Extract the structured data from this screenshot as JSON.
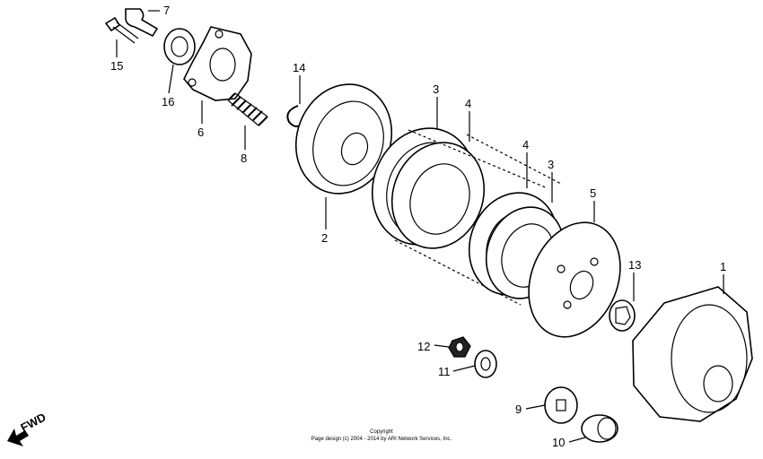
{
  "labels": {
    "p1": "1",
    "p2": "2",
    "p3a": "3",
    "p3b": "3",
    "p4a": "4",
    "p4b": "4",
    "p5": "5",
    "p6": "6",
    "p7": "7",
    "p8": "8",
    "p9": "9",
    "p10": "10",
    "p11": "11",
    "p12": "12",
    "p13": "13",
    "p14": "14",
    "p15": "15",
    "p16": "16"
  },
  "direction": "FWD",
  "copyright": {
    "line1": "Copyright",
    "line2": "Page design (c) 2004 - 2014 by ARI Network Services, Inc."
  }
}
